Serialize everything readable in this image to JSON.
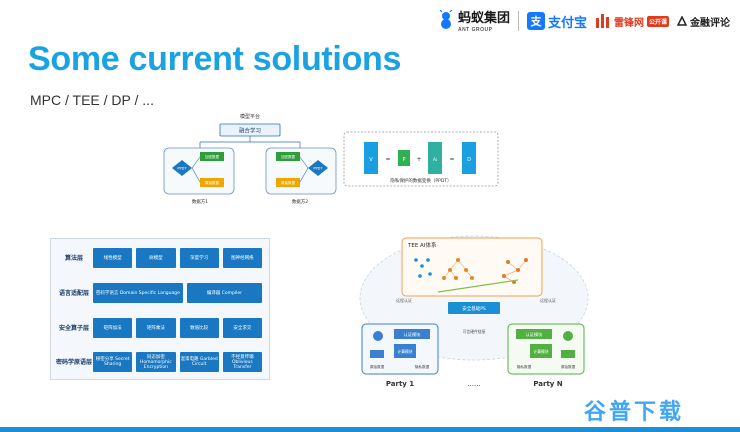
{
  "header": {
    "ant_logo": "蚂蚁集团",
    "ant_sub": "ANT GROUP",
    "alipay_badge": "支",
    "alipay_logo": "支付宝",
    "leifeng_logo": "雷锋网",
    "leifeng_tag": "公开课",
    "jinrong_logo": "金融评论"
  },
  "title": "Some current solutions",
  "subtitle": "MPC / TEE / DP / ...",
  "federated": {
    "platform_label": "模型平台",
    "learning_label": "融合学习",
    "leaf_top": "加密数据",
    "leaf_bottom": "原始数据",
    "node_label": "PPDT",
    "party_left": "数据方1",
    "party_right": "数据方2"
  },
  "ppdt_transform": {
    "symbols": [
      "V",
      "P",
      "Ai",
      "D"
    ],
    "operators": [
      "=",
      "+",
      "="
    ],
    "caption": "隐私保护的数据变换（PPDT）"
  },
  "layers": [
    {
      "label": "算法层",
      "cells": [
        "线性模型",
        "树模型",
        "深度学习",
        "图神经网络"
      ]
    },
    {
      "label": "语言适配层",
      "cells": [
        "密码学语言 Domain Specific Language",
        "编译器 Compiler"
      ]
    },
    {
      "label": "安全算子层",
      "cells": [
        "矩阵加法",
        "矩阵乘法",
        "数值比较",
        "安全求交"
      ]
    },
    {
      "label": "密码学原语层",
      "cells": [
        "秘密分享 Secret Sharing",
        "同态加密 Homomorphic Encryption",
        "混淆电路 Garbled Circuit",
        "不经意传输 Oblivious Transfer"
      ]
    }
  ],
  "tee": {
    "system_label": "TEE AI体系",
    "secure_base": "安全基础PS",
    "remote_left": "远程认证",
    "remote_right": "远程认证",
    "trusted_hw": "可信硬件链接",
    "auth_module": "认证模块",
    "compute_module": "计算模块",
    "raw_data": "原始数据",
    "private_data": "隐私数据",
    "party_1": "Party 1",
    "ellipsis": "......",
    "party_n": "Party N",
    "color_box": "#f0a050",
    "color_party1": "#3a7fd0",
    "color_partyn": "#52b043"
  },
  "watermark": "谷普下载"
}
